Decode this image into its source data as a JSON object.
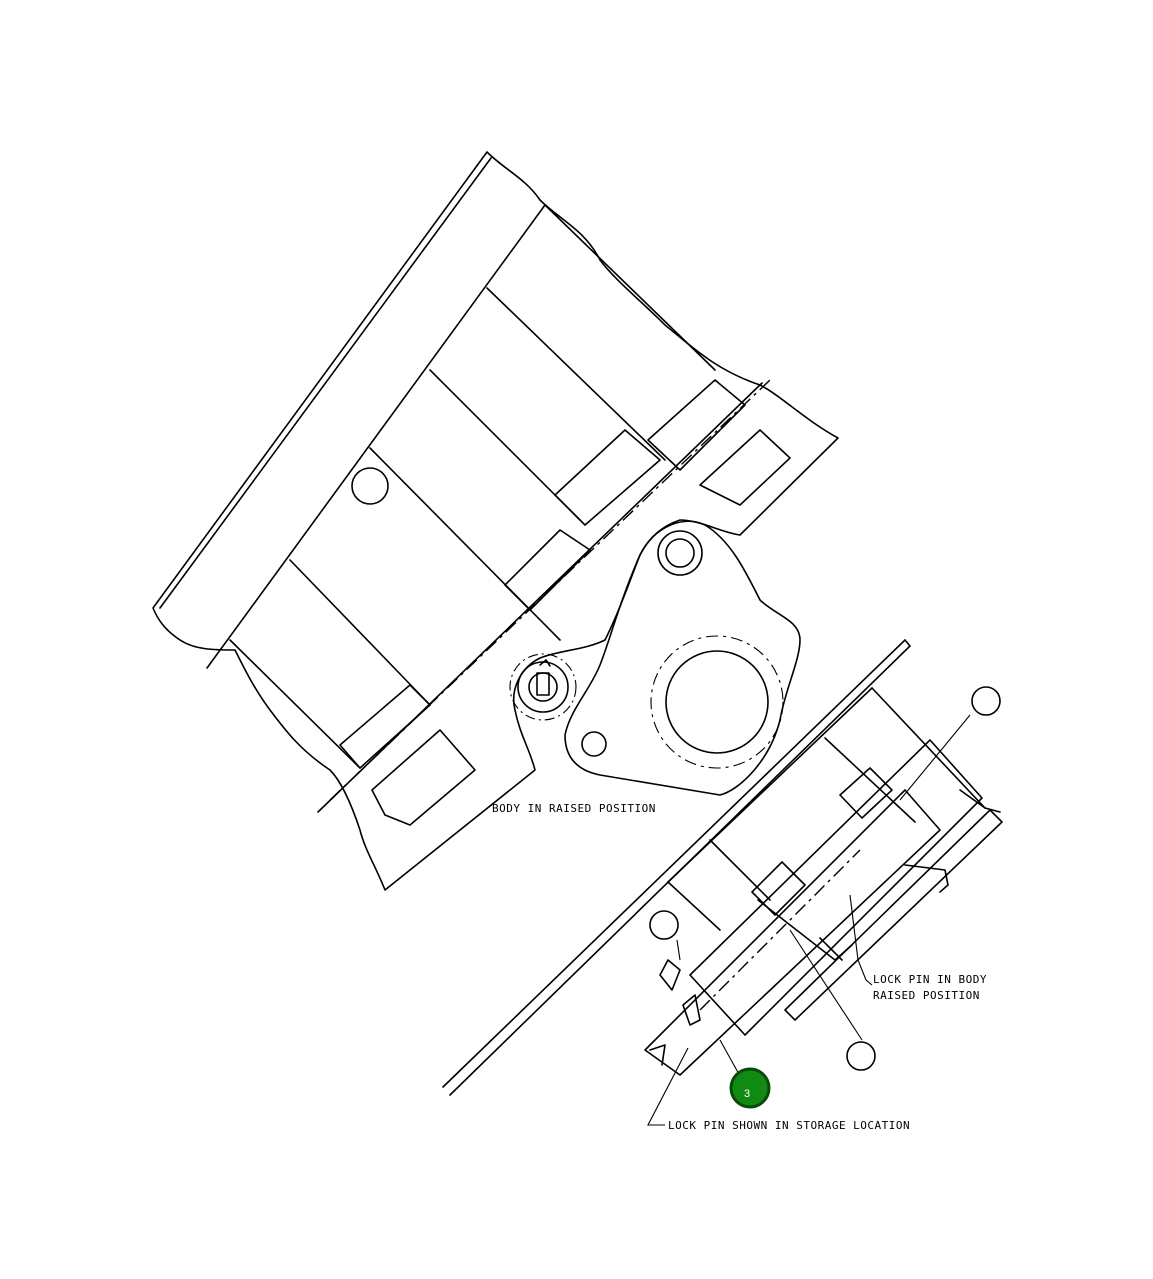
{
  "labels": {
    "body_raised": "BODY IN RAISED POSITION",
    "lock_pin_raised_line1": "LOCK PIN IN BODY",
    "lock_pin_raised_line2": "RAISED POSITION",
    "lock_pin_storage": "LOCK PIN SHOWN IN STORAGE LOCATION"
  },
  "callouts": {
    "highlighted": "3"
  },
  "colors": {
    "callout_fill": "#118a11",
    "callout_stroke": "#0a4a0a",
    "line": "#000000",
    "background": "#ffffff"
  }
}
